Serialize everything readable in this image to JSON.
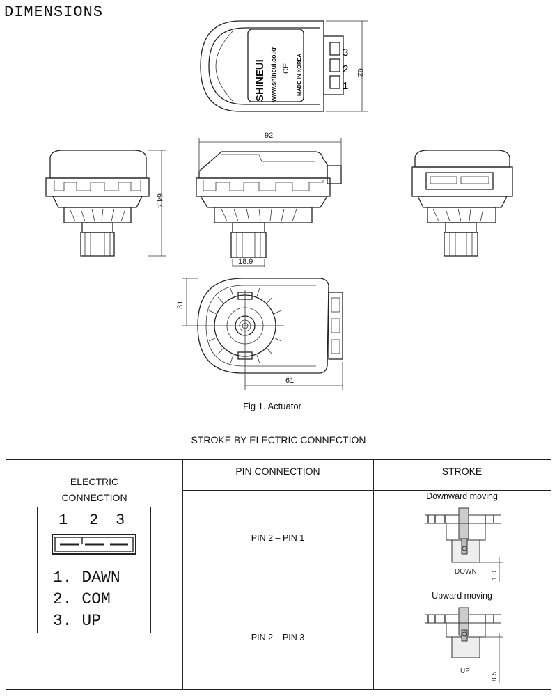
{
  "heading": "DIMENSIONS",
  "figure": {
    "caption": "Fig 1. Actuator",
    "label": {
      "brand": "SHINEUI",
      "website": "www.shineui.co.kr",
      "origin": "MADE IN KOREA",
      "mark": "CE"
    },
    "pins": [
      "3",
      "2",
      "1"
    ],
    "dimensions": {
      "height_top": "62",
      "width_side": "92",
      "height_side": "64.4",
      "shaft_width": "18.9",
      "bottom_offset": "31",
      "bottom_width": "61"
    }
  },
  "table": {
    "title": "STROKE BY ELECTRIC CONNECTION",
    "col_electric_line1": "ELECTRIC",
    "col_electric_line2": "CONNECTION",
    "col_pin": "PIN CONNECTION",
    "col_stroke": "STROKE",
    "connector_pins": [
      "1",
      "2",
      "3"
    ],
    "legend": [
      "1. DAWN",
      "2. COM",
      "3. UP"
    ],
    "rows": [
      {
        "pin": "PIN 2 – PIN 1",
        "stroke_title": "Downward moving",
        "stroke_label": "DOWN",
        "stroke_dim": "1.0"
      },
      {
        "pin": "PIN 2 – PIN 3",
        "stroke_title": "Upward moving",
        "stroke_label": "UP",
        "stroke_dim": "8.5"
      }
    ]
  }
}
